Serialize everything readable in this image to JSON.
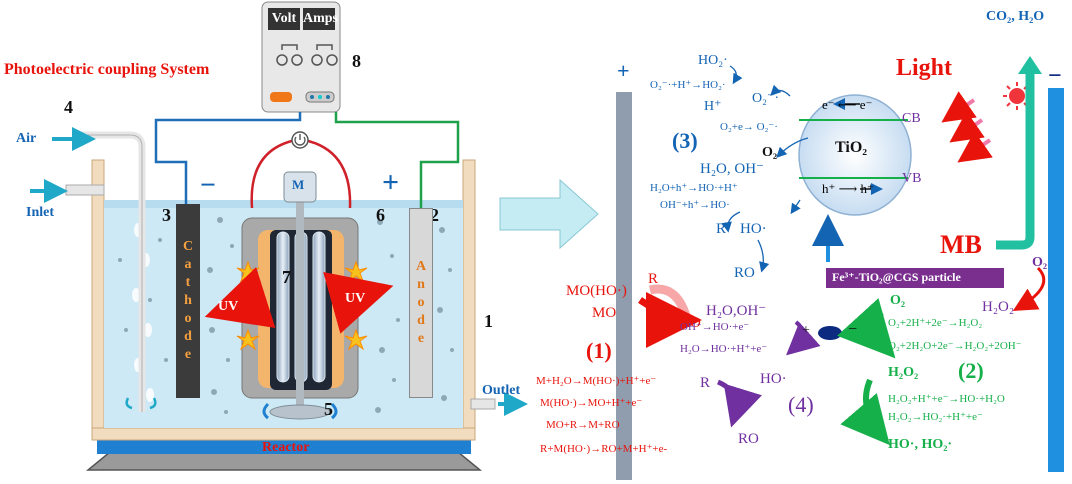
{
  "left": {
    "system_label": "Photoelectric coupling System",
    "power_supply": {
      "volt": "Volt",
      "amps": "Amps"
    },
    "numbers": {
      "n1": "1",
      "n2": "2",
      "n3": "3",
      "n4": "4",
      "n5": "5",
      "n6": "6",
      "n7": "7",
      "n8": "8"
    },
    "air": "Air",
    "inlet": "Inlet",
    "outlet": "Outlet",
    "reactor": "Reactor",
    "motor": "M",
    "uv": "UV",
    "cathode_letters": [
      "C",
      "a",
      "t",
      "h",
      "o",
      "d",
      "e"
    ],
    "anode_letters": [
      "A",
      "n",
      "o",
      "d",
      "e"
    ],
    "minus": "−",
    "plus": "+"
  },
  "right": {
    "plus": "+",
    "minus": "−",
    "light": "Light",
    "co2": "CO₂, H₂O",
    "tio2": "TiO₂",
    "cb": "CB",
    "vb": "VB",
    "o2_label": "O₂",
    "mb": "MB",
    "particle": "Fe³⁺-TiO₂@CGS particle",
    "section3": {
      "label": "(3)",
      "ho2": "HO₂·",
      "eq1": "O₂⁻·+H⁺→HO₂·",
      "hplus": "H⁺",
      "o2minus": "O₂⁻·",
      "eq2": "O₂+e→ O₂⁻·",
      "h2o_oh": "H₂O, OH⁻",
      "eq3": "H₂O+h⁺→HO·+H⁺",
      "eq4": "OH⁻+h⁺→HO·",
      "r": "R",
      "ho": "HO·",
      "ro": "RO"
    },
    "section1": {
      "label": "(1)",
      "mo_ho": "MO(HO·)",
      "mo": "MO",
      "r": "R",
      "ro": "RO",
      "eqs": [
        "M+H₂O→M(HO·)+H⁺+e⁻",
        "M(HO·)→MO+H⁺+e⁻",
        "MO+R→M+RO",
        "R+M(HO·)→RO+M+H⁺+e-"
      ]
    },
    "section4": {
      "label": "(4)",
      "h2o_oh": "H₂O,OH⁻",
      "eq1": "OH⁻→HO·+e⁻",
      "eq2": "H₂O→HO·+H⁺+e⁻",
      "plus": "+",
      "minus": "−",
      "r": "R",
      "ho": "HO·",
      "ro": "RO"
    },
    "section2": {
      "label": "(2)",
      "o2": "O₂",
      "o2_right": "O₂",
      "h2o2_right": "H₂O₂",
      "eq1": "O₂+2H⁺+2e⁻→H₂O₂",
      "eq2": "O₂+2H₂O+2e⁻→H₂O₂+2OH⁻",
      "h2o2": "H₂O₂",
      "eq3": "H₂O₂+H⁺+e⁻→HO·+H₂O",
      "eq4": "H₂O₂→HO₂·+H⁺+e⁻",
      "products": "HO·, HO₂·"
    }
  },
  "colors": {
    "red": "#e8140c",
    "blue": "#1464b4",
    "green": "#16b04a",
    "purple": "#7030a0",
    "water": "#cde9f6",
    "electrode_plate": "#8f9daf",
    "teal_arrow": "#20c0a0"
  }
}
